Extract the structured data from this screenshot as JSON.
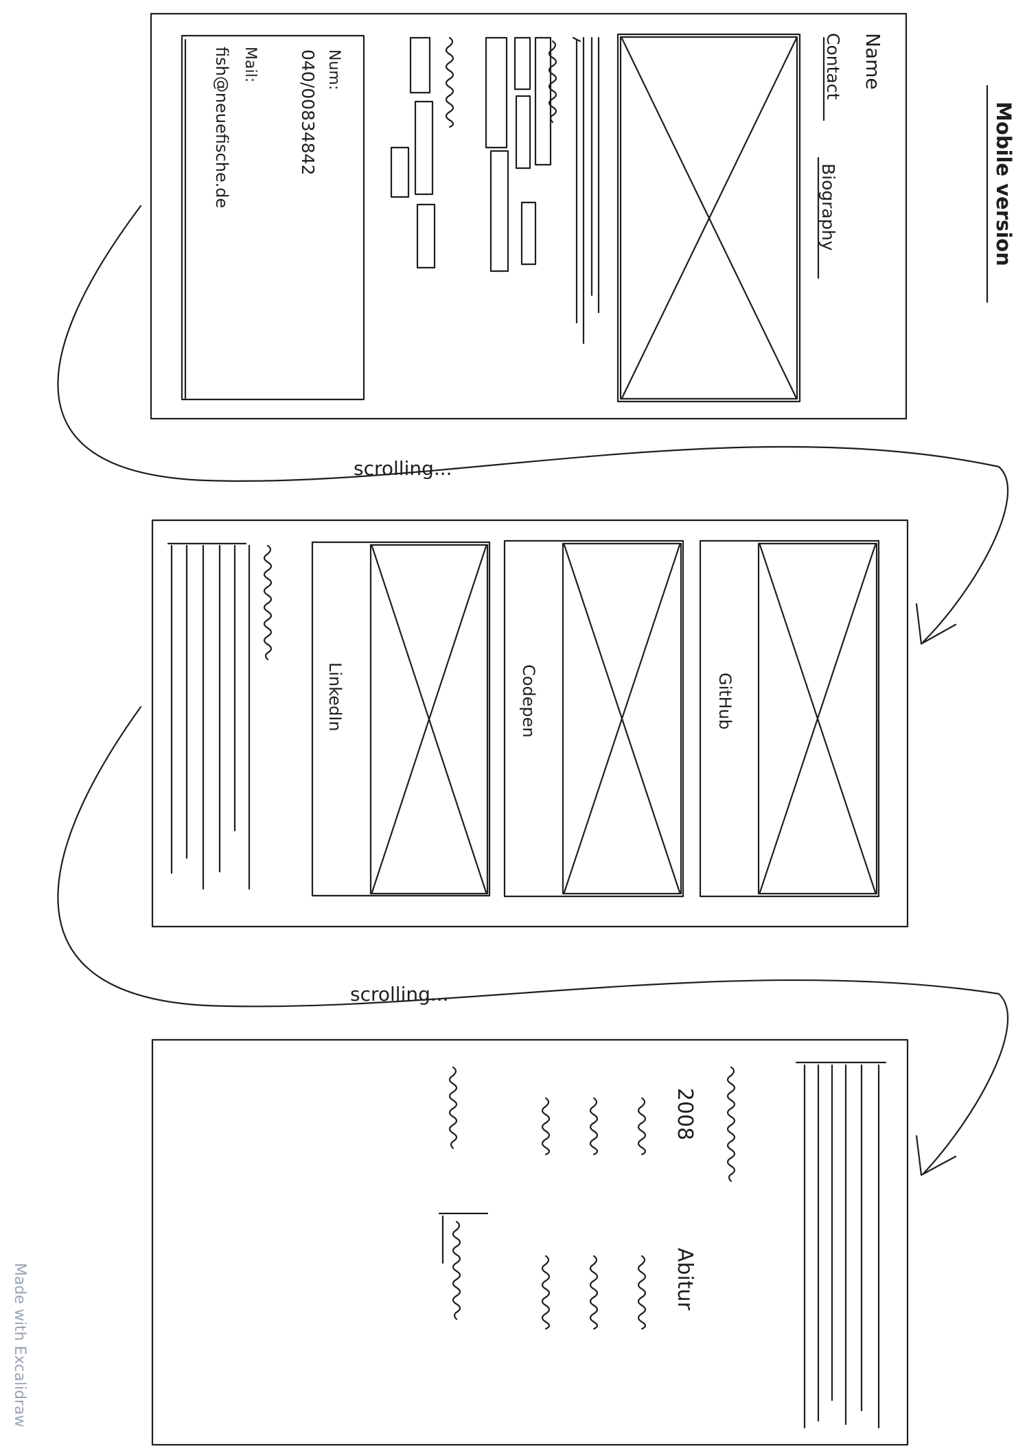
{
  "title": "Mobile version",
  "screens": [
    {
      "header": {
        "name": "Name",
        "nav": [
          "Contact",
          "Biography"
        ]
      },
      "contact": {
        "phone_label": "Num:",
        "phone": "040/00834842",
        "mail_label": "Mail:",
        "mail": "fish@neuefische.de"
      }
    },
    {
      "links": [
        "LinkedIn",
        "Codepen",
        "GitHub"
      ]
    },
    {
      "timeline": [
        {
          "label": "2008"
        },
        {
          "label": "Abitur"
        }
      ]
    }
  ],
  "transitions": [
    "scrolling...",
    "scrolling..."
  ],
  "watermark": "Made with Excalidraw",
  "colors": {
    "ink": "#1e1e1e",
    "watermark": "#9aa4b2"
  }
}
